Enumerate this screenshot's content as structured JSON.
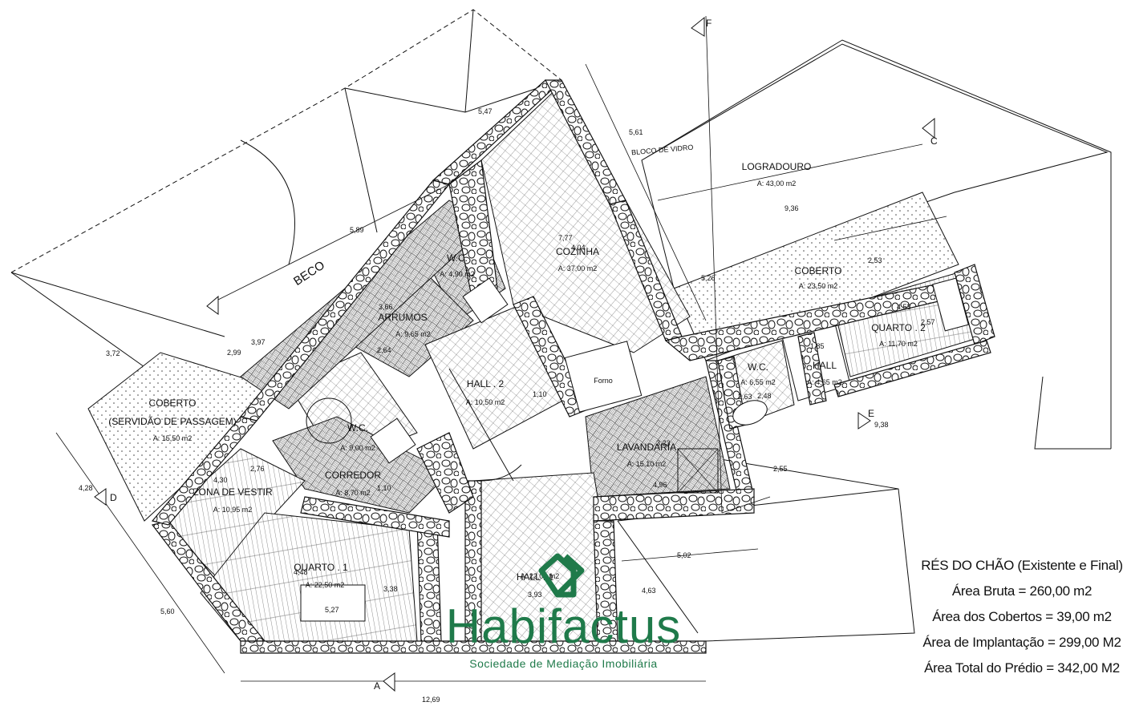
{
  "plan": {
    "rooms": {
      "logradouro": {
        "name": "LOGRADOURO",
        "area": "A: 43,00 m2"
      },
      "coberto_top": {
        "name": "COBERTO",
        "area": "A: 23,50 m2"
      },
      "quarto2": {
        "name": "QUARTO . 2",
        "area": "A: 11,70 m2"
      },
      "hall_right": {
        "name": "HALL",
        "area": "A: 4,65 m2"
      },
      "wc_right": {
        "name": "W.C.",
        "area": "A: 6,55 m2"
      },
      "cozinha": {
        "name": "COZINHA",
        "area": "A: 37,00 m2"
      },
      "wc_top": {
        "name": "W.C.",
        "area": "A: 4,90 m2"
      },
      "arrumos": {
        "name": "ARRUMOS",
        "area": "A: 9,65 m2"
      },
      "hall2": {
        "name": "HALL . 2",
        "area": "A: 10,50 m2"
      },
      "forno": {
        "name": "Forno"
      },
      "lavandaria": {
        "name": "LAVANDARIA",
        "area": "A: 15,10 m2"
      },
      "wc_mid": {
        "name": "W.C.",
        "area": "A: 9,00 m2"
      },
      "corredor": {
        "name": "CORREDOR",
        "area": "A: 8,70 m2"
      },
      "coberto_left": {
        "name": "COBERTO",
        "sub": "(SERVIDÃO DE PASSAGEM)",
        "area": "A: 15,50 m2"
      },
      "zona_vestir": {
        "name": "ZONA DE VESTIR",
        "area": "A: 10,95 m2"
      },
      "quarto1": {
        "name": "QUARTO . 1",
        "area": "A: 22,50 m2"
      },
      "hall1": {
        "name": "HALL . 1",
        "area": "A: 22,00 m2"
      }
    },
    "labels": {
      "beco": "BECO",
      "bloco_vidro": "BLOCO DE VIDRO",
      "section_a": "A",
      "section_c": "C",
      "section_d": "D",
      "section_e": "E",
      "section_f": "F"
    },
    "dimensions": {
      "d1": "5,47",
      "d2": "5,61",
      "d3": "5,89",
      "d4": "9,36",
      "d5": "3,72",
      "d6": "2,99",
      "d7": "3,97",
      "d8": "3,66",
      "d9": "2,64",
      "d10": "7,77",
      "d11": "4,04",
      "d12": "5,26",
      "d13": "2,53",
      "d14": "4,53",
      "d15": "2,57",
      "d16": "1,85",
      "d17": "2,63",
      "d18": "2,48",
      "d19": "9,38",
      "d20": "2,55",
      "d21": "1,10",
      "d22": "3,23",
      "d23": "4,96",
      "d24": "2,76",
      "d25": "4,30",
      "d26": "1,10",
      "d27": "4,28",
      "d28": "5,60",
      "d29": "4,48",
      "d30": "3,38",
      "d31": "5,27",
      "d32": "3,93",
      "d33": "5,02",
      "d34": "4,63",
      "d35": "12,69"
    }
  },
  "summary": {
    "title": "RÉS DO CHÃO (Existente e Final)",
    "bruta": "Área Bruta = 260,00 m2",
    "cobertos": "Área dos Cobertos = 39,00 m2",
    "implantacao": "Área de Implantação = 299,00 M2",
    "total": "Área Total do Prédio = 342,00 M2"
  },
  "logo": {
    "name": "Habifactus",
    "tagline": "Sociedade de Mediação Imobiliária",
    "color": "#1f7a4a"
  }
}
